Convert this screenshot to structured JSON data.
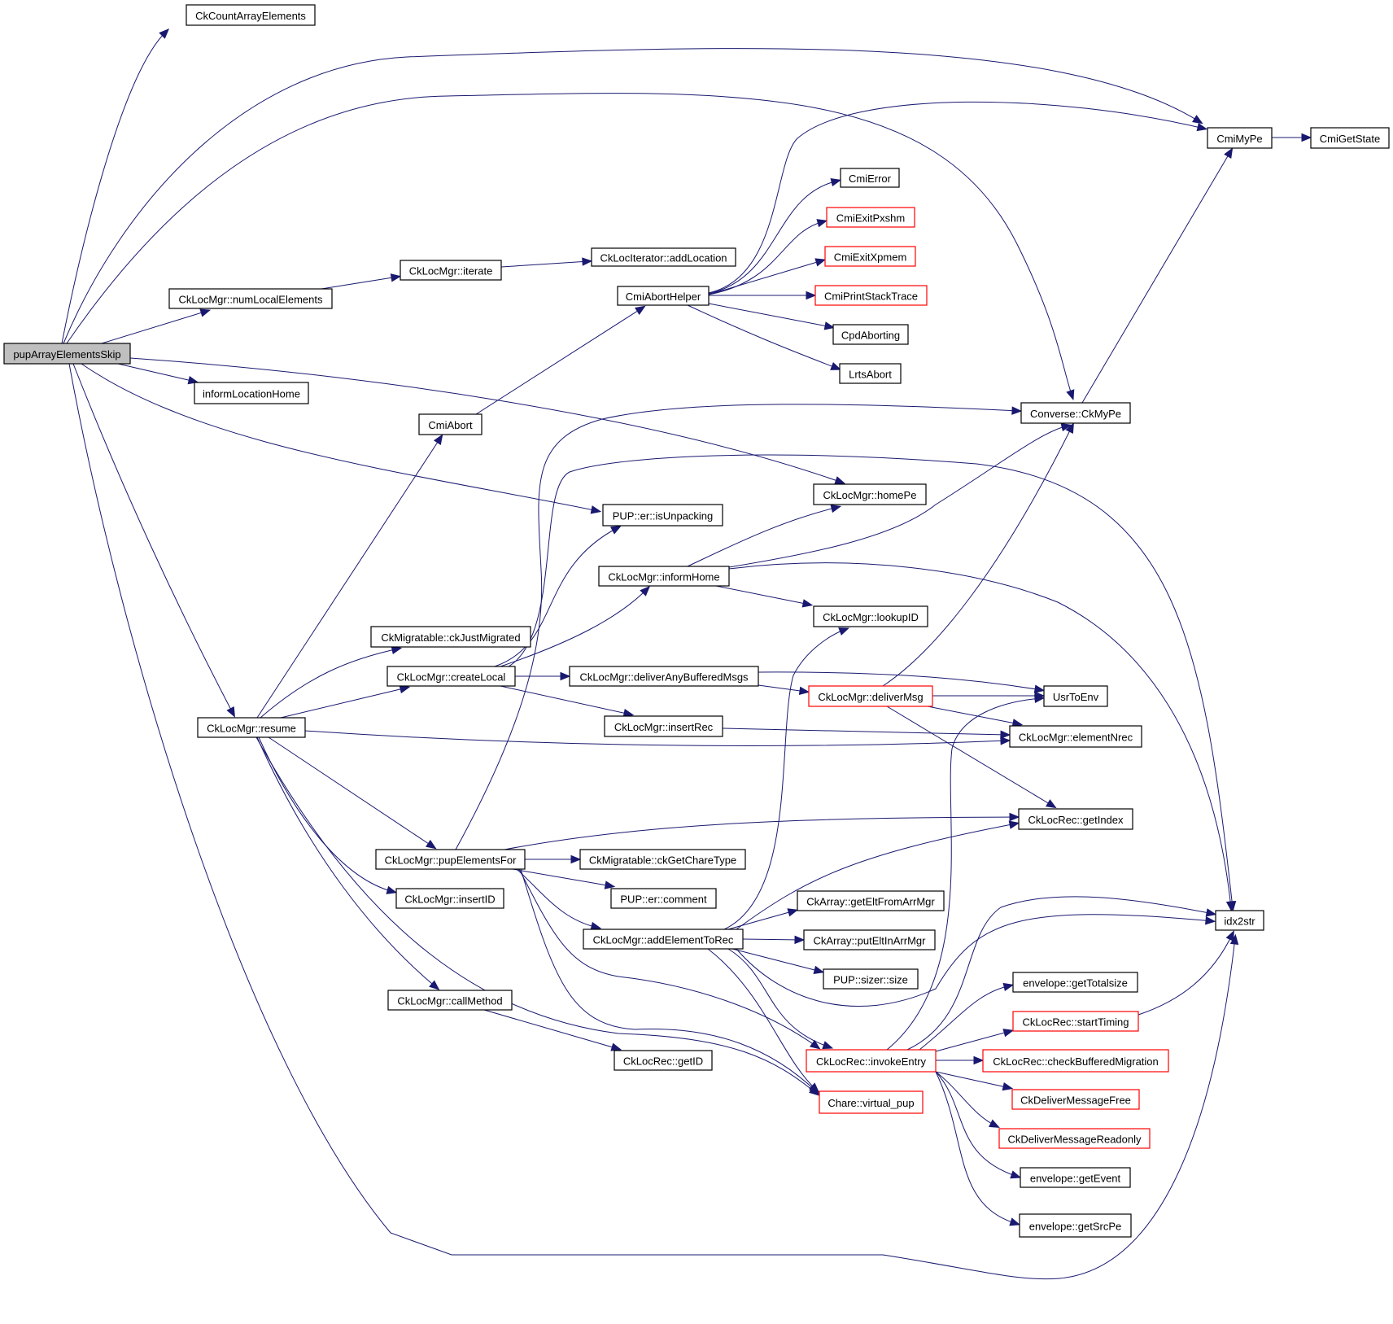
{
  "diagram": {
    "type": "call-graph",
    "root": "pupArrayElementsSkip",
    "colors": {
      "edge": "#191970",
      "node_border": "#000000",
      "incomplete_node_border": "#ff0000",
      "root_fill": "#bfbfbf"
    },
    "nodes": [
      {
        "id": "pupArrayElementsSkip",
        "label": "pupArrayElementsSkip",
        "style": "root"
      },
      {
        "id": "CkCountArrayElements",
        "label": "CkCountArrayElements",
        "style": "normal"
      },
      {
        "id": "numLocalElements",
        "label": "CkLocMgr::numLocalElements",
        "style": "normal"
      },
      {
        "id": "iterate",
        "label": "CkLocMgr::iterate",
        "style": "normal"
      },
      {
        "id": "addLocation",
        "label": "CkLocIterator::addLocation",
        "style": "normal"
      },
      {
        "id": "CmiAbortHelper",
        "label": "CmiAbortHelper",
        "style": "normal"
      },
      {
        "id": "CmiError",
        "label": "CmiError",
        "style": "normal"
      },
      {
        "id": "CmiExitPxshm",
        "label": "CmiExitPxshm",
        "style": "red"
      },
      {
        "id": "CmiExitXpmem",
        "label": "CmiExitXpmem",
        "style": "red"
      },
      {
        "id": "CmiPrintStackTrace",
        "label": "CmiPrintStackTrace",
        "style": "red"
      },
      {
        "id": "CpdAborting",
        "label": "CpdAborting",
        "style": "normal"
      },
      {
        "id": "LrtsAbort",
        "label": "LrtsAbort",
        "style": "normal"
      },
      {
        "id": "CmiMyPe",
        "label": "CmiMyPe",
        "style": "normal"
      },
      {
        "id": "CmiGetState",
        "label": "CmiGetState",
        "style": "normal"
      },
      {
        "id": "ConverseCkMyPe",
        "label": "Converse::CkMyPe",
        "style": "normal"
      },
      {
        "id": "informLocationHome",
        "label": "informLocationHome",
        "style": "normal"
      },
      {
        "id": "CmiAbort",
        "label": "CmiAbort",
        "style": "normal"
      },
      {
        "id": "homePe",
        "label": "CkLocMgr::homePe",
        "style": "normal"
      },
      {
        "id": "isUnpacking",
        "label": "PUP::er::isUnpacking",
        "style": "normal"
      },
      {
        "id": "informHome",
        "label": "CkLocMgr::informHome",
        "style": "normal"
      },
      {
        "id": "lookupID",
        "label": "CkLocMgr::lookupID",
        "style": "normal"
      },
      {
        "id": "ckJustMigrated",
        "label": "CkMigratable::ckJustMigrated",
        "style": "normal"
      },
      {
        "id": "createLocal",
        "label": "CkLocMgr::createLocal",
        "style": "normal"
      },
      {
        "id": "deliverAnyBufferedMsgs",
        "label": "CkLocMgr::deliverAnyBufferedMsgs",
        "style": "normal"
      },
      {
        "id": "deliverMsg",
        "label": "CkLocMgr::deliverMsg",
        "style": "red"
      },
      {
        "id": "UsrToEnv",
        "label": "UsrToEnv",
        "style": "normal"
      },
      {
        "id": "insertRec",
        "label": "CkLocMgr::insertRec",
        "style": "normal"
      },
      {
        "id": "elementNrec",
        "label": "CkLocMgr::elementNrec",
        "style": "normal"
      },
      {
        "id": "resume",
        "label": "CkLocMgr::resume",
        "style": "normal"
      },
      {
        "id": "getIndex",
        "label": "CkLocRec::getIndex",
        "style": "normal"
      },
      {
        "id": "pupElementsFor",
        "label": "CkLocMgr::pupElementsFor",
        "style": "normal"
      },
      {
        "id": "ckGetChareType",
        "label": "CkMigratable::ckGetChareType",
        "style": "normal"
      },
      {
        "id": "insertID",
        "label": "CkLocMgr::insertID",
        "style": "normal"
      },
      {
        "id": "comment",
        "label": "PUP::er::comment",
        "style": "normal"
      },
      {
        "id": "getEltFromArrMgr",
        "label": "CkArray::getEltFromArrMgr",
        "style": "normal"
      },
      {
        "id": "idx2str",
        "label": "idx2str",
        "style": "normal"
      },
      {
        "id": "addElementToRec",
        "label": "CkLocMgr::addElementToRec",
        "style": "normal"
      },
      {
        "id": "putEltInArrMgr",
        "label": "CkArray::putEltInArrMgr",
        "style": "normal"
      },
      {
        "id": "sizerSize",
        "label": "PUP::sizer::size",
        "style": "normal"
      },
      {
        "id": "getTotalsize",
        "label": "envelope::getTotalsize",
        "style": "normal"
      },
      {
        "id": "callMethod",
        "label": "CkLocMgr::callMethod",
        "style": "normal"
      },
      {
        "id": "startTiming",
        "label": "CkLocRec::startTiming",
        "style": "red"
      },
      {
        "id": "getID",
        "label": "CkLocRec::getID",
        "style": "normal"
      },
      {
        "id": "invokeEntry",
        "label": "CkLocRec::invokeEntry",
        "style": "red"
      },
      {
        "id": "checkBufferedMigration",
        "label": "CkLocRec::checkBufferedMigration",
        "style": "red"
      },
      {
        "id": "virtualPup",
        "label": "Chare::virtual_pup",
        "style": "red"
      },
      {
        "id": "CkDeliverMessageFree",
        "label": "CkDeliverMessageFree",
        "style": "red"
      },
      {
        "id": "CkDeliverMessageReadonly",
        "label": "CkDeliverMessageReadonly",
        "style": "red"
      },
      {
        "id": "getEvent",
        "label": "envelope::getEvent",
        "style": "normal"
      },
      {
        "id": "getSrcPe",
        "label": "envelope::getSrcPe",
        "style": "normal"
      }
    ],
    "edges": [
      [
        "pupArrayElementsSkip",
        "CkCountArrayElements"
      ],
      [
        "pupArrayElementsSkip",
        "CmiMyPe"
      ],
      [
        "pupArrayElementsSkip",
        "ConverseCkMyPe"
      ],
      [
        "pupArrayElementsSkip",
        "numLocalElements"
      ],
      [
        "pupArrayElementsSkip",
        "informLocationHome"
      ],
      [
        "pupArrayElementsSkip",
        "homePe"
      ],
      [
        "pupArrayElementsSkip",
        "isUnpacking"
      ],
      [
        "pupArrayElementsSkip",
        "resume"
      ],
      [
        "pupArrayElementsSkip",
        "idx2str"
      ],
      [
        "numLocalElements",
        "iterate"
      ],
      [
        "iterate",
        "addLocation"
      ],
      [
        "CmiAbort",
        "CmiAbortHelper"
      ],
      [
        "CmiAbortHelper",
        "CmiMyPe"
      ],
      [
        "CmiAbortHelper",
        "CmiError"
      ],
      [
        "CmiAbortHelper",
        "CmiExitPxshm"
      ],
      [
        "CmiAbortHelper",
        "CmiExitXpmem"
      ],
      [
        "CmiAbortHelper",
        "CmiPrintStackTrace"
      ],
      [
        "CmiAbortHelper",
        "CpdAborting"
      ],
      [
        "CmiAbortHelper",
        "LrtsAbort"
      ],
      [
        "CmiMyPe",
        "CmiGetState"
      ],
      [
        "ConverseCkMyPe",
        "CmiMyPe"
      ],
      [
        "resume",
        "CmiAbort"
      ],
      [
        "resume",
        "ckJustMigrated"
      ],
      [
        "resume",
        "createLocal"
      ],
      [
        "resume",
        "elementNrec"
      ],
      [
        "resume",
        "pupElementsFor"
      ],
      [
        "resume",
        "insertID"
      ],
      [
        "resume",
        "callMethod"
      ],
      [
        "resume",
        "virtualPup"
      ],
      [
        "createLocal",
        "isUnpacking"
      ],
      [
        "createLocal",
        "informHome"
      ],
      [
        "createLocal",
        "idx2str"
      ],
      [
        "createLocal",
        "deliverAnyBufferedMsgs"
      ],
      [
        "createLocal",
        "insertRec"
      ],
      [
        "informHome",
        "homePe"
      ],
      [
        "informHome",
        "ConverseCkMyPe"
      ],
      [
        "informHome",
        "idx2str"
      ],
      [
        "informHome",
        "lookupID"
      ],
      [
        "deliverAnyBufferedMsgs",
        "UsrToEnv"
      ],
      [
        "deliverAnyBufferedMsgs",
        "deliverMsg"
      ],
      [
        "deliverMsg",
        "ConverseCkMyPe"
      ],
      [
        "deliverMsg",
        "UsrToEnv"
      ],
      [
        "deliverMsg",
        "elementNrec"
      ],
      [
        "deliverMsg",
        "getIndex"
      ],
      [
        "insertRec",
        "elementNrec"
      ],
      [
        "pupElementsFor",
        "ConverseCkMyPe"
      ],
      [
        "pupElementsFor",
        "getIndex"
      ],
      [
        "pupElementsFor",
        "ckGetChareType"
      ],
      [
        "pupElementsFor",
        "comment"
      ],
      [
        "pupElementsFor",
        "addElementToRec"
      ],
      [
        "pupElementsFor",
        "invokeEntry"
      ],
      [
        "pupElementsFor",
        "virtualPup"
      ],
      [
        "addElementToRec",
        "lookupID"
      ],
      [
        "addElementToRec",
        "getIndex"
      ],
      [
        "addElementToRec",
        "getEltFromArrMgr"
      ],
      [
        "addElementToRec",
        "putEltInArrMgr"
      ],
      [
        "addElementToRec",
        "sizerSize"
      ],
      [
        "addElementToRec",
        "idx2str"
      ],
      [
        "addElementToRec",
        "invokeEntry"
      ],
      [
        "addElementToRec",
        "virtualPup"
      ],
      [
        "callMethod",
        "getID"
      ],
      [
        "invokeEntry",
        "UsrToEnv"
      ],
      [
        "invokeEntry",
        "idx2str"
      ],
      [
        "invokeEntry",
        "getTotalsize"
      ],
      [
        "invokeEntry",
        "startTiming"
      ],
      [
        "invokeEntry",
        "checkBufferedMigration"
      ],
      [
        "invokeEntry",
        "CkDeliverMessageFree"
      ],
      [
        "invokeEntry",
        "CkDeliverMessageReadonly"
      ],
      [
        "invokeEntry",
        "getEvent"
      ],
      [
        "invokeEntry",
        "getSrcPe"
      ],
      [
        "startTiming",
        "idx2str"
      ]
    ]
  }
}
